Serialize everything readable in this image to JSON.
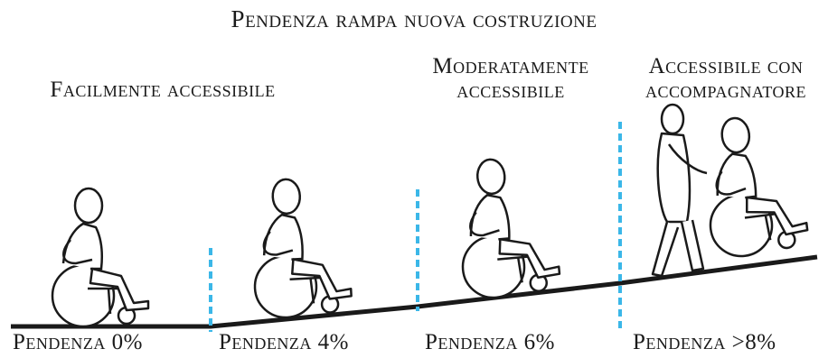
{
  "diagram": {
    "title": "Pendenza rampa nuova costruzione",
    "zones": [
      {
        "label": "Facilmente accessibile"
      },
      {
        "label": "Moderatamente accessibile"
      },
      {
        "label": "Accessibile con accompagnatore"
      }
    ],
    "slopes": [
      {
        "label": "Pendenza 0%"
      },
      {
        "label": "Pendenza 4%"
      },
      {
        "label": "Pendenza 6%"
      },
      {
        "label": "Pendenza >8%"
      }
    ],
    "colors": {
      "divider": "#3bb7e8",
      "ground": "#1a1a1a",
      "figure_stroke": "#1a1a1a"
    }
  }
}
